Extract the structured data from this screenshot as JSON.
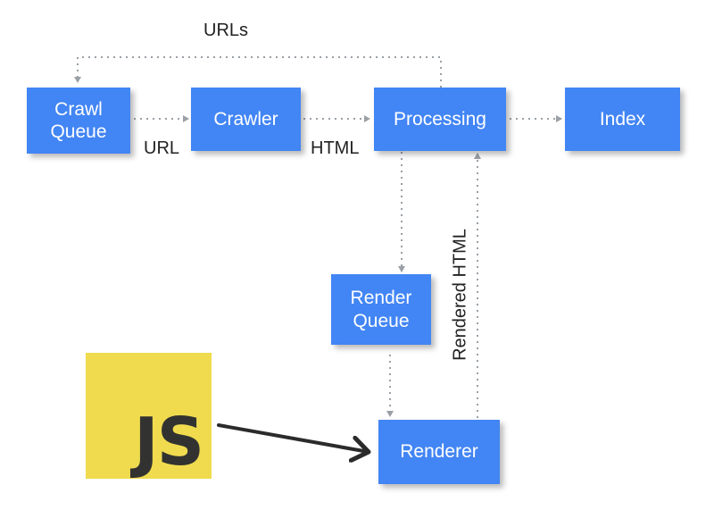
{
  "nodes": {
    "crawl_queue": "Crawl\nQueue",
    "crawler": "Crawler",
    "processing": "Processing",
    "index": "Index",
    "render_queue": "Render\nQueue",
    "renderer": "Renderer"
  },
  "edge_labels": {
    "urls": "URLs",
    "url": "URL",
    "html": "HTML",
    "rendered_html": "Rendered HTML"
  },
  "logo": {
    "text": "JS"
  },
  "colors": {
    "node_fill": "#4285f4",
    "arrow_dotted": "#9aa0a6",
    "arrow_solid": "#2b2b2b",
    "js_background": "#f0db4f"
  }
}
